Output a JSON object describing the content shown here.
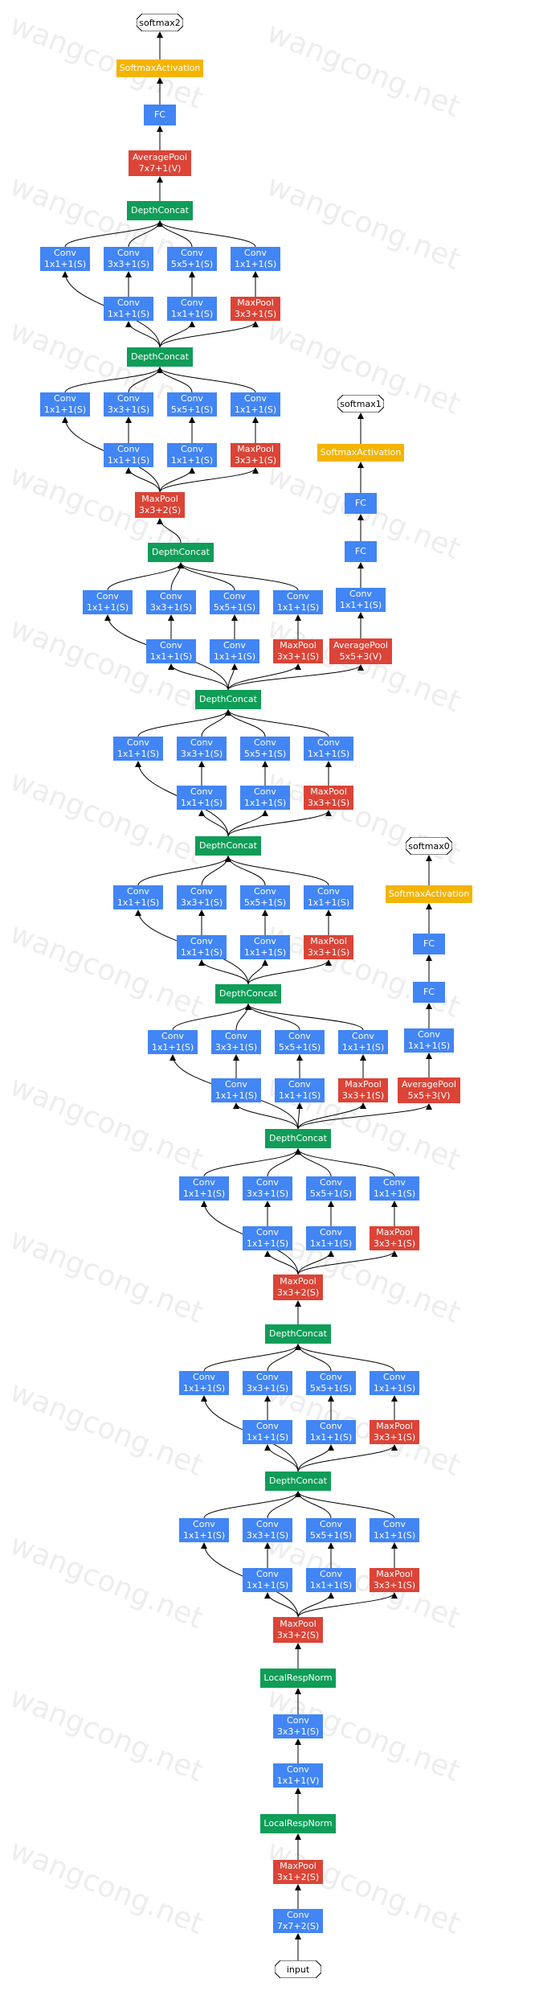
{
  "watermark": "wangcong.net",
  "colors": {
    "conv": "#4285f4",
    "pool": "#db4437",
    "concat": "#0f9d58",
    "softmax": "#f4b400",
    "edge": "#000000"
  },
  "nodes": {
    "softmax2": {
      "label": "softmax2"
    },
    "softmax2_act": {
      "label": "SoftmaxActivation"
    },
    "fc_top": {
      "label": "FC"
    },
    "avgpool_top": {
      "l1": "AveragePool",
      "l2": "7x7+1(V)"
    },
    "dc9": {
      "label": "DepthConcat"
    },
    "i9_conv1": {
      "l1": "Conv",
      "l2": "1x1+1(S)"
    },
    "i9_conv3": {
      "l1": "Conv",
      "l2": "3x3+1(S)"
    },
    "i9_conv5": {
      "l1": "Conv",
      "l2": "5x5+1(S)"
    },
    "i9_convp": {
      "l1": "Conv",
      "l2": "1x1+1(S)"
    },
    "i9_red3": {
      "l1": "Conv",
      "l2": "1x1+1(S)"
    },
    "i9_red5": {
      "l1": "Conv",
      "l2": "1x1+1(S)"
    },
    "i9_pool": {
      "l1": "MaxPool",
      "l2": "3x3+1(S)"
    },
    "dc8": {
      "label": "DepthConcat"
    },
    "i8_conv1": {
      "l1": "Conv",
      "l2": "1x1+1(S)"
    },
    "i8_conv3": {
      "l1": "Conv",
      "l2": "3x3+1(S)"
    },
    "i8_conv5": {
      "l1": "Conv",
      "l2": "5x5+1(S)"
    },
    "i8_convp": {
      "l1": "Conv",
      "l2": "1x1+1(S)"
    },
    "i8_red3": {
      "l1": "Conv",
      "l2": "1x1+1(S)"
    },
    "i8_red5": {
      "l1": "Conv",
      "l2": "1x1+1(S)"
    },
    "i8_pool": {
      "l1": "MaxPool",
      "l2": "3x3+1(S)"
    },
    "mp_upper": {
      "l1": "MaxPool",
      "l2": "3x3+2(S)"
    },
    "softmax1": {
      "label": "softmax1"
    },
    "softmax1_act": {
      "label": "SoftmaxActivation"
    },
    "s1_fc2": {
      "label": "FC"
    },
    "s1_fc1": {
      "label": "FC"
    },
    "s1_conv": {
      "l1": "Conv",
      "l2": "1x1+1(S)"
    },
    "s1_avg": {
      "l1": "AveragePool",
      "l2": "5x5+3(V)"
    },
    "dc7": {
      "label": "DepthConcat"
    },
    "i7_conv1": {
      "l1": "Conv",
      "l2": "1x1+1(S)"
    },
    "i7_conv3": {
      "l1": "Conv",
      "l2": "3x3+1(S)"
    },
    "i7_conv5": {
      "l1": "Conv",
      "l2": "5x5+1(S)"
    },
    "i7_convp": {
      "l1": "Conv",
      "l2": "1x1+1(S)"
    },
    "i7_red3": {
      "l1": "Conv",
      "l2": "1x1+1(S)"
    },
    "i7_red5": {
      "l1": "Conv",
      "l2": "1x1+1(S)"
    },
    "i7_pool": {
      "l1": "MaxPool",
      "l2": "3x3+1(S)"
    },
    "dc6": {
      "label": "DepthConcat"
    },
    "i6_conv1": {
      "l1": "Conv",
      "l2": "1x1+1(S)"
    },
    "i6_conv3": {
      "l1": "Conv",
      "l2": "3x3+1(S)"
    },
    "i6_conv5": {
      "l1": "Conv",
      "l2": "5x5+1(S)"
    },
    "i6_convp": {
      "l1": "Conv",
      "l2": "1x1+1(S)"
    },
    "i6_red3": {
      "l1": "Conv",
      "l2": "1x1+1(S)"
    },
    "i6_red5": {
      "l1": "Conv",
      "l2": "1x1+1(S)"
    },
    "i6_pool": {
      "l1": "MaxPool",
      "l2": "3x3+1(S)"
    },
    "dc5": {
      "label": "DepthConcat"
    },
    "i5_conv1": {
      "l1": "Conv",
      "l2": "1x1+1(S)"
    },
    "i5_conv3": {
      "l1": "Conv",
      "l2": "3x3+1(S)"
    },
    "i5_conv5": {
      "l1": "Conv",
      "l2": "5x5+1(S)"
    },
    "i5_convp": {
      "l1": "Conv",
      "l2": "1x1+1(S)"
    },
    "i5_red3": {
      "l1": "Conv",
      "l2": "1x1+1(S)"
    },
    "i5_red5": {
      "l1": "Conv",
      "l2": "1x1+1(S)"
    },
    "i5_pool": {
      "l1": "MaxPool",
      "l2": "3x3+1(S)"
    },
    "softmax0": {
      "label": "softmax0"
    },
    "softmax0_act": {
      "label": "SoftmaxActivation"
    },
    "s0_fc2": {
      "label": "FC"
    },
    "s0_fc1": {
      "label": "FC"
    },
    "s0_conv": {
      "l1": "Conv",
      "l2": "1x1+1(S)"
    },
    "s0_avg": {
      "l1": "AveragePool",
      "l2": "5x5+3(V)"
    },
    "dc4": {
      "label": "DepthConcat"
    },
    "i4_conv1": {
      "l1": "Conv",
      "l2": "1x1+1(S)"
    },
    "i4_conv3": {
      "l1": "Conv",
      "l2": "3x3+1(S)"
    },
    "i4_conv5": {
      "l1": "Conv",
      "l2": "5x5+1(S)"
    },
    "i4_convp": {
      "l1": "Conv",
      "l2": "1x1+1(S)"
    },
    "i4_red3": {
      "l1": "Conv",
      "l2": "1x1+1(S)"
    },
    "i4_red5": {
      "l1": "Conv",
      "l2": "1x1+1(S)"
    },
    "i4_pool": {
      "l1": "MaxPool",
      "l2": "3x3+1(S)"
    },
    "mp_mid": {
      "l1": "MaxPool",
      "l2": "3x3+2(S)"
    },
    "dc3": {
      "label": "DepthConcat"
    },
    "i3_conv1": {
      "l1": "Conv",
      "l2": "1x1+1(S)"
    },
    "i3_conv3": {
      "l1": "Conv",
      "l2": "3x3+1(S)"
    },
    "i3_conv5": {
      "l1": "Conv",
      "l2": "5x5+1(S)"
    },
    "i3_convp": {
      "l1": "Conv",
      "l2": "1x1+1(S)"
    },
    "i3_red3": {
      "l1": "Conv",
      "l2": "1x1+1(S)"
    },
    "i3_red5": {
      "l1": "Conv",
      "l2": "1x1+1(S)"
    },
    "i3_pool": {
      "l1": "MaxPool",
      "l2": "3x3+1(S)"
    },
    "dc2": {
      "label": "DepthConcat"
    },
    "i2_conv1": {
      "l1": "Conv",
      "l2": "1x1+1(S)"
    },
    "i2_conv3": {
      "l1": "Conv",
      "l2": "3x3+1(S)"
    },
    "i2_conv5": {
      "l1": "Conv",
      "l2": "5x5+1(S)"
    },
    "i2_convp": {
      "l1": "Conv",
      "l2": "1x1+1(S)"
    },
    "i2_red3": {
      "l1": "Conv",
      "l2": "1x1+1(S)"
    },
    "i2_red5": {
      "l1": "Conv",
      "l2": "1x1+1(S)"
    },
    "i2_pool": {
      "l1": "MaxPool",
      "l2": "3x3+1(S)"
    },
    "mp_low": {
      "l1": "MaxPool",
      "l2": "3x3+2(S)"
    },
    "lrn2": {
      "label": "LocalRespNorm"
    },
    "conv3x3": {
      "l1": "Conv",
      "l2": "3x3+1(S)"
    },
    "conv1x1v": {
      "l1": "Conv",
      "l2": "1x1+1(V)"
    },
    "lrn1": {
      "label": "LocalRespNorm"
    },
    "mp_stem": {
      "l1": "MaxPool",
      "l2": "3x1+2(S)"
    },
    "conv7x7": {
      "l1": "Conv",
      "l2": "7x7+2(S)"
    },
    "input": {
      "label": "input"
    }
  }
}
